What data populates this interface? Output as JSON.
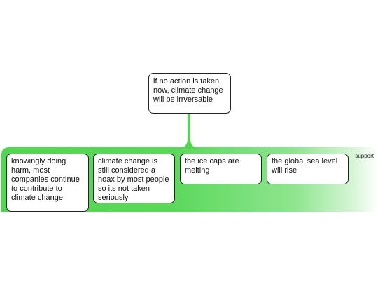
{
  "claim": {
    "text": "if no action is taken now, climate change will be irrversable"
  },
  "support": {
    "label": "support",
    "reasons": [
      {
        "text": "knowingly doing harm, most companies continue to contribute to climate change"
      },
      {
        "text": "climate change is still considered a hoax by most people so its not taken seriously"
      },
      {
        "text": "the ice caps are melting"
      },
      {
        "text": "the global sea level will rise"
      }
    ]
  },
  "colors": {
    "support_green": "#52d652",
    "border": "#222222"
  }
}
